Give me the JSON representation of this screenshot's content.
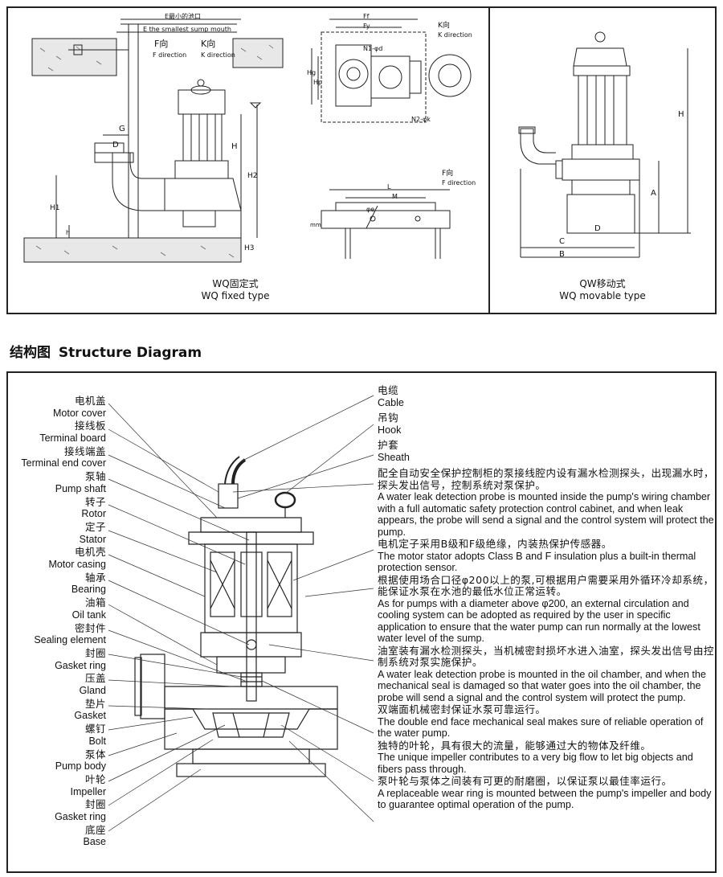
{
  "top": {
    "fixed": {
      "caption_cn": "WQ固定式",
      "caption_en": "WQ fixed type",
      "e_label_cn": "E最小的池口",
      "e_label_en": "E the smallest sump mouth",
      "f_dir_cn": "F向",
      "f_dir_en": "F direction",
      "k_dir_cn": "K向",
      "k_dir_en": "K direction",
      "dims": [
        "G",
        "D",
        "H",
        "H2",
        "H1",
        "h",
        "H3"
      ]
    },
    "middle": {
      "k_dir_cn": "K向",
      "k_dir_en": "K direction",
      "f_dir_cn": "F向",
      "f_dir_en": "F direction",
      "dims": [
        "Ff",
        "Fy",
        "Hg",
        "Hp",
        "N1-φd",
        "N2-φk",
        "L",
        "M",
        "φe",
        "mm"
      ]
    },
    "movable": {
      "caption_cn": "QW移动式",
      "caption_en": "WQ movable type",
      "dims": [
        "H",
        "A",
        "D",
        "C",
        "B"
      ]
    }
  },
  "structure": {
    "title_cn": "结构图",
    "title_en": "Structure Diagram",
    "parts": [
      {
        "cn": "电机盖",
        "en": "Motor cover"
      },
      {
        "cn": "接线板",
        "en": "Terminal board"
      },
      {
        "cn": "接线端盖",
        "en": "Terminal end cover"
      },
      {
        "cn": "泵轴",
        "en": "Pump shaft"
      },
      {
        "cn": "转子",
        "en": "Rotor"
      },
      {
        "cn": "定子",
        "en": "Stator"
      },
      {
        "cn": "电机壳",
        "en": "Motor casing"
      },
      {
        "cn": "轴承",
        "en": "Bearing"
      },
      {
        "cn": "油箱",
        "en": "Oil tank"
      },
      {
        "cn": "密封件",
        "en": "Sealing element"
      },
      {
        "cn": "封圈",
        "en": "Gasket ring"
      },
      {
        "cn": "压盖",
        "en": "Gland"
      },
      {
        "cn": "垫片",
        "en": "Gasket"
      },
      {
        "cn": "螺钉",
        "en": "Bolt"
      },
      {
        "cn": "泵体",
        "en": "Pump body"
      },
      {
        "cn": "叶轮",
        "en": "Impeller"
      },
      {
        "cn": "封圈",
        "en": "Gasket ring"
      },
      {
        "cn": "底座",
        "en": "Base"
      }
    ],
    "right_parts": [
      {
        "cn": "电缆",
        "en": "Cable"
      },
      {
        "cn": "吊钩",
        "en": "Hook"
      },
      {
        "cn": "护套",
        "en": "Sheath"
      }
    ],
    "features": [
      {
        "cn": "配全自动安全保护控制柜的泵接线腔内设有漏水检测探头，出现漏水时，探头发出信号，控制系统对泵保护。",
        "en": "A water leak detection probe is mounted inside the pump's wiring chamber with a full automatic safety protection control cabinet, and when leak appears, the probe will send a signal and the control system will protect the pump."
      },
      {
        "cn": "电机定子采用B级和F级绝缘，内装热保护传感器。",
        "en": "The motor stator adopts Class B and F insulation plus a built-in thermal protection sensor."
      },
      {
        "cn": "根据使用场合口径φ200以上的泵,可根据用户需要采用外循环冷却系统，能保证水泵在水池的最低水位正常运转。",
        "en": "As for pumps with a diameter above φ200, an external circulation and cooling system can be adopted as required by the user in specific application to ensure that the water pump can run normally at the lowest water level of the sump."
      },
      {
        "cn": "油室装有漏水检测探头，当机械密封损坏水进入油室，探头发出信号由控制系统对泵实施保护。",
        "en": "A water leak detection probe is mounted in the oil chamber, and when the mechanical seal is damaged so that water goes into the oil chamber, the probe will send a signal and the control system will protect the pump."
      },
      {
        "cn": "双端面机械密封保证水泵可靠运行。",
        "en": "The double end face mechanical seal makes sure of reliable operation of the water pump."
      },
      {
        "cn": "独特的叶轮，具有很大的流量，能够通过大的物体及纤维。",
        "en": "The unique impeller contributes to a very big flow to let big objects and fibers pass through."
      },
      {
        "cn": "泵叶轮与泵体之间装有可更的耐磨圈，以保证泵以最佳率运行。",
        "en": "A replaceable wear ring is mounted between the pump's impeller and body to guarantee optimal operation of the pump."
      }
    ]
  }
}
